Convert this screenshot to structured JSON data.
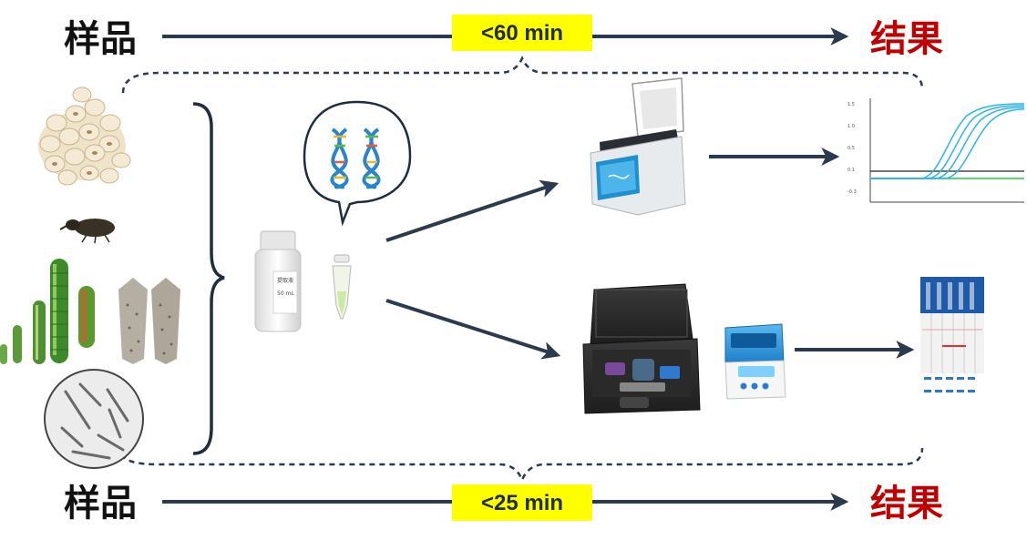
{
  "top_row": {
    "start_label": "样品",
    "time_label": "<60 min",
    "end_label": "结果"
  },
  "bottom_row": {
    "start_label": "样品",
    "time_label": "<25 min",
    "end_label": "结果"
  },
  "colors": {
    "arrow": "#2b3a4e",
    "time_box": "#ffff00",
    "result_text": "#c00000",
    "sample_text": "#111111",
    "amplification_curve": "#2cb5e8",
    "baseline_green": "#22cc44",
    "strip_blue": "#1e5aa8",
    "test_line_red": "#e03030"
  },
  "icons": {
    "grain": "pearl-barley-icon",
    "beetle": "weevil-icon",
    "larva": "caterpillar-icon",
    "moth": "moth-icon",
    "microscope": "microscope-view-icon",
    "dna": "dna-double-helix-icon",
    "bottle": "reagent-bottle-icon",
    "tube": "pcr-tube-icon",
    "qpcr": "qpcr-instrument-icon",
    "case": "portable-case-icon",
    "heater": "heat-block-icon",
    "chart": "amplification-chart-icon",
    "strips": "lateral-flow-strips-icon"
  }
}
